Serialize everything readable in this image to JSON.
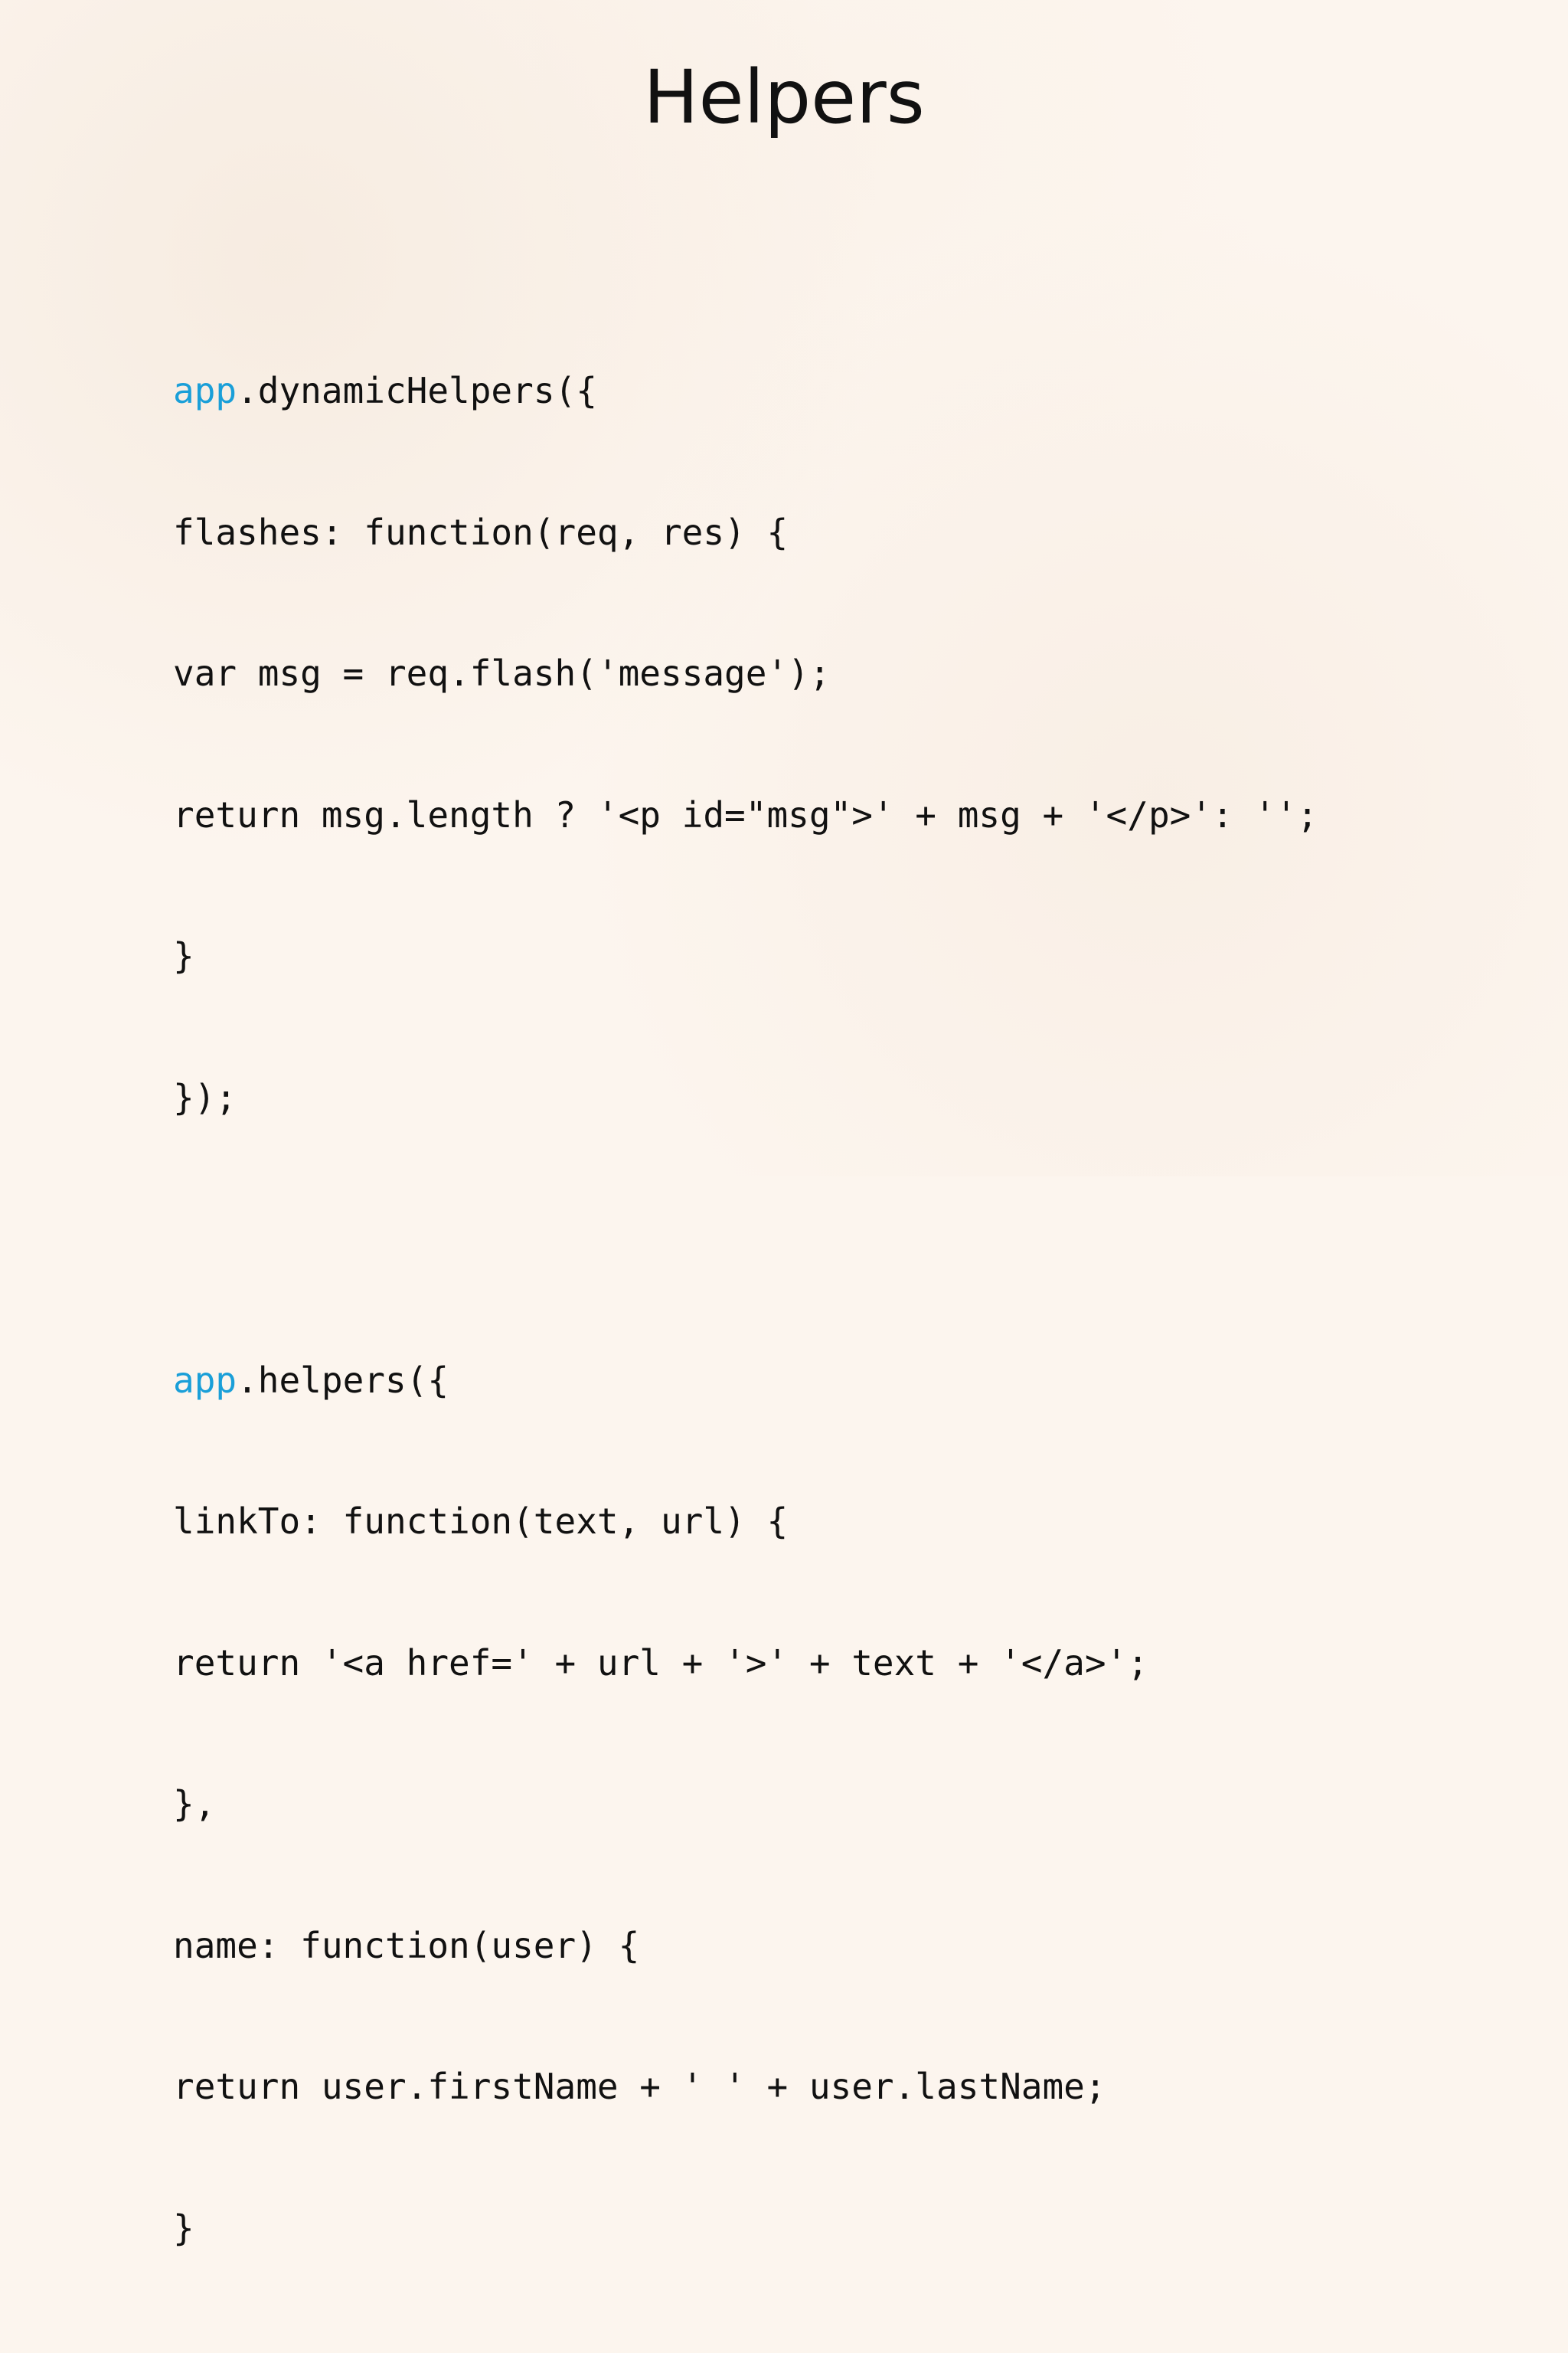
{
  "slide": {
    "title": "Helpers"
  },
  "code": {
    "lines": [
      {
        "app": "app",
        "text": ".dynamicHelpers({"
      },
      {
        "text": "flashes: function(req, res) {"
      },
      {
        "text": "var msg = req.flash('message');"
      },
      {
        "text": "return msg.length ? '<p id=\"msg\">' + msg + '</p>': '';"
      },
      {
        "text": "}"
      },
      {
        "text": "});"
      },
      {
        "text": ""
      },
      {
        "app": "app",
        "text": ".helpers({"
      },
      {
        "text": "linkTo: function(text, url) {"
      },
      {
        "text": "return '<a href=' + url + '>' + text + '</a>';"
      },
      {
        "text": "},"
      },
      {
        "text": "name: function(user) {"
      },
      {
        "text": "return user.firstName + ' ' + user.lastName;"
      },
      {
        "text": "}"
      },
      {
        "text": "});"
      }
    ]
  },
  "colors": {
    "background": "#fcf5ee",
    "text": "#111111",
    "app_keyword": "#1a9fd8"
  }
}
